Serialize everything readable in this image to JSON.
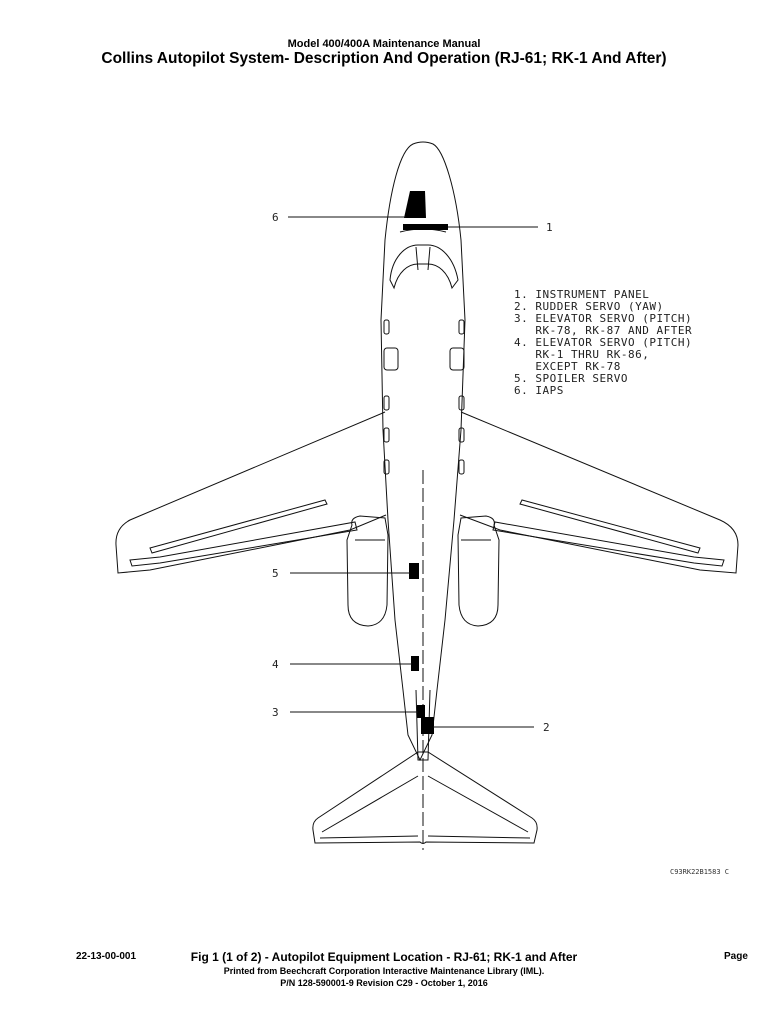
{
  "header": {
    "model": "Model 400/400A Maintenance Manual",
    "title": "Collins Autopilot System- Description And Operation (RJ-61; RK-1 And After)"
  },
  "diagram": {
    "callouts": [
      "6",
      "1",
      "5",
      "4",
      "3",
      "2"
    ],
    "legend": [
      "1. INSTRUMENT PANEL",
      "2. RUDDER SERVO (YAW)",
      "3. ELEVATOR SERVO (PITCH)",
      "   RK-78, RK-87 AND AFTER",
      "4. ELEVATOR SERVO (PITCH)",
      "   RK-1 THRU RK-86,",
      "   EXCEPT RK-78",
      "5. SPOILER SERVO",
      "6. IAPS"
    ],
    "drawing_code": "C93RK22B1583 C"
  },
  "footer": {
    "doc_number": "22-13-00-001",
    "caption": "Fig 1 (1 of 2) - Autopilot Equipment Location - RJ-61; RK-1 and After",
    "printed_from": "Printed from Beechcraft Corporation Interactive Maintenance Library (IML).",
    "revision": "P/N 128-590001-9 Revision C29 - October 1, 2016",
    "page_label": "Page"
  }
}
